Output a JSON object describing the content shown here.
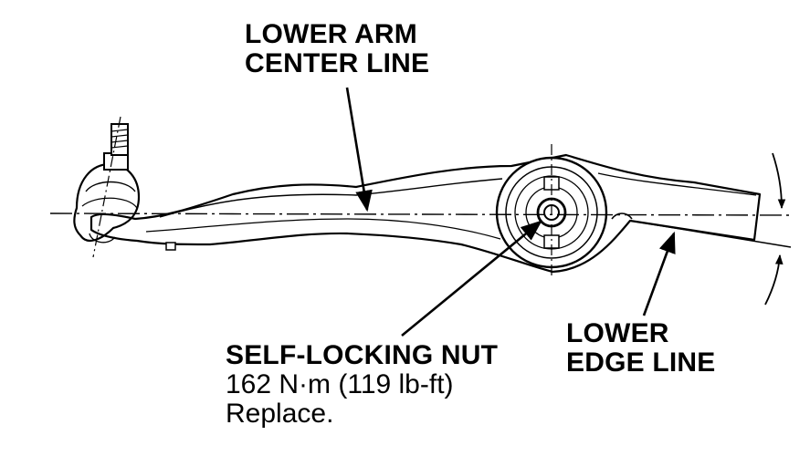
{
  "labels": {
    "lower_arm_center_line": [
      "LOWER ARM",
      "CENTER LINE"
    ],
    "self_locking_nut": {
      "title": "SELF-LOCKING NUT",
      "torque": "162 N·m (119 lb-ft)",
      "note": "Replace."
    },
    "lower_edge_line": [
      "LOWER",
      "EDGE LINE"
    ]
  },
  "colors": {
    "ink": "#000000",
    "paper": "#ffffff"
  }
}
